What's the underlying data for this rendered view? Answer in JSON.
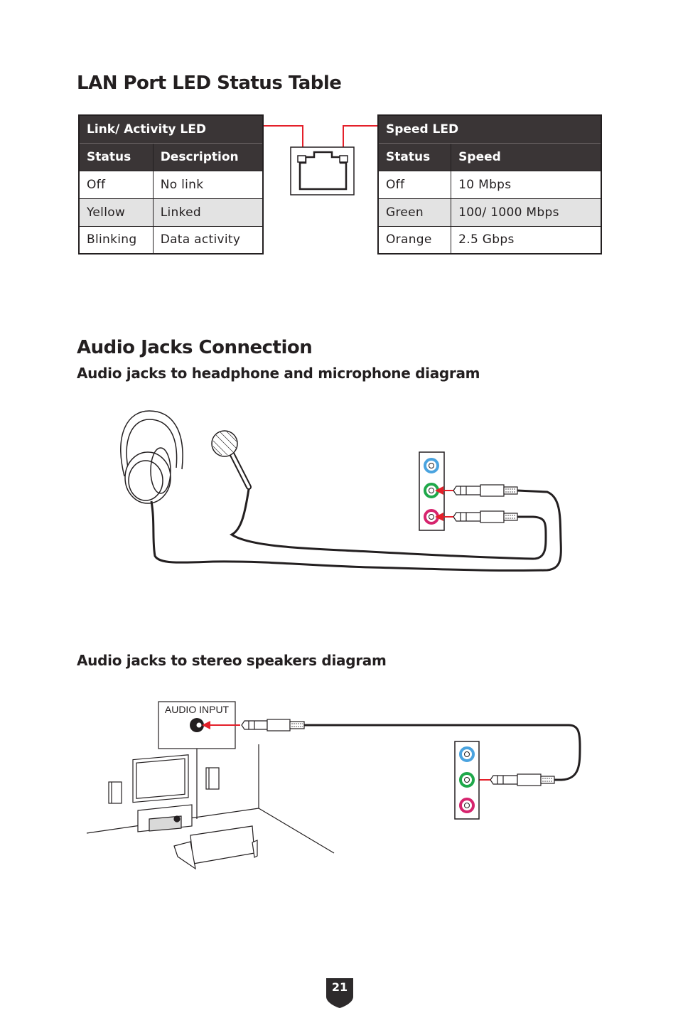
{
  "lan_section": {
    "title": "LAN Port LED Status Table",
    "link_table": {
      "title": "Link/ Activity LED",
      "headers": [
        "Status",
        "Description"
      ],
      "rows": [
        [
          "Off",
          "No link"
        ],
        [
          "Yellow",
          "Linked"
        ],
        [
          "Blinking",
          "Data activity"
        ]
      ]
    },
    "speed_table": {
      "title": "Speed LED",
      "headers": [
        "Status",
        "Speed"
      ],
      "rows": [
        [
          "Off",
          "10 Mbps"
        ],
        [
          "Green",
          "100/ 1000 Mbps"
        ],
        [
          "Orange",
          "2.5 Gbps"
        ]
      ]
    }
  },
  "audio_section": {
    "title": "Audio Jacks Connection",
    "headphone_diagram_title": "Audio jacks to headphone and microphone diagram",
    "speaker_diagram_title": "Audio jacks to stereo speakers diagram",
    "audio_input_label": "AUDIO INPUT"
  },
  "page_number": "21",
  "colors": {
    "header_bg": "#3a3536",
    "alt_row_bg": "#e3e3e3",
    "connector_red": "#e4202a",
    "jack_blue": "#4aa3df",
    "jack_green": "#1fa84a",
    "jack_pink": "#d6246e"
  },
  "icons": [
    "lan-port-icon",
    "headphone-icon",
    "microphone-icon",
    "speaker-icon",
    "monitor-icon",
    "sofa-icon",
    "audio-jack-panel-icon",
    "audio-plug-icon",
    "page-badge-icon"
  ]
}
